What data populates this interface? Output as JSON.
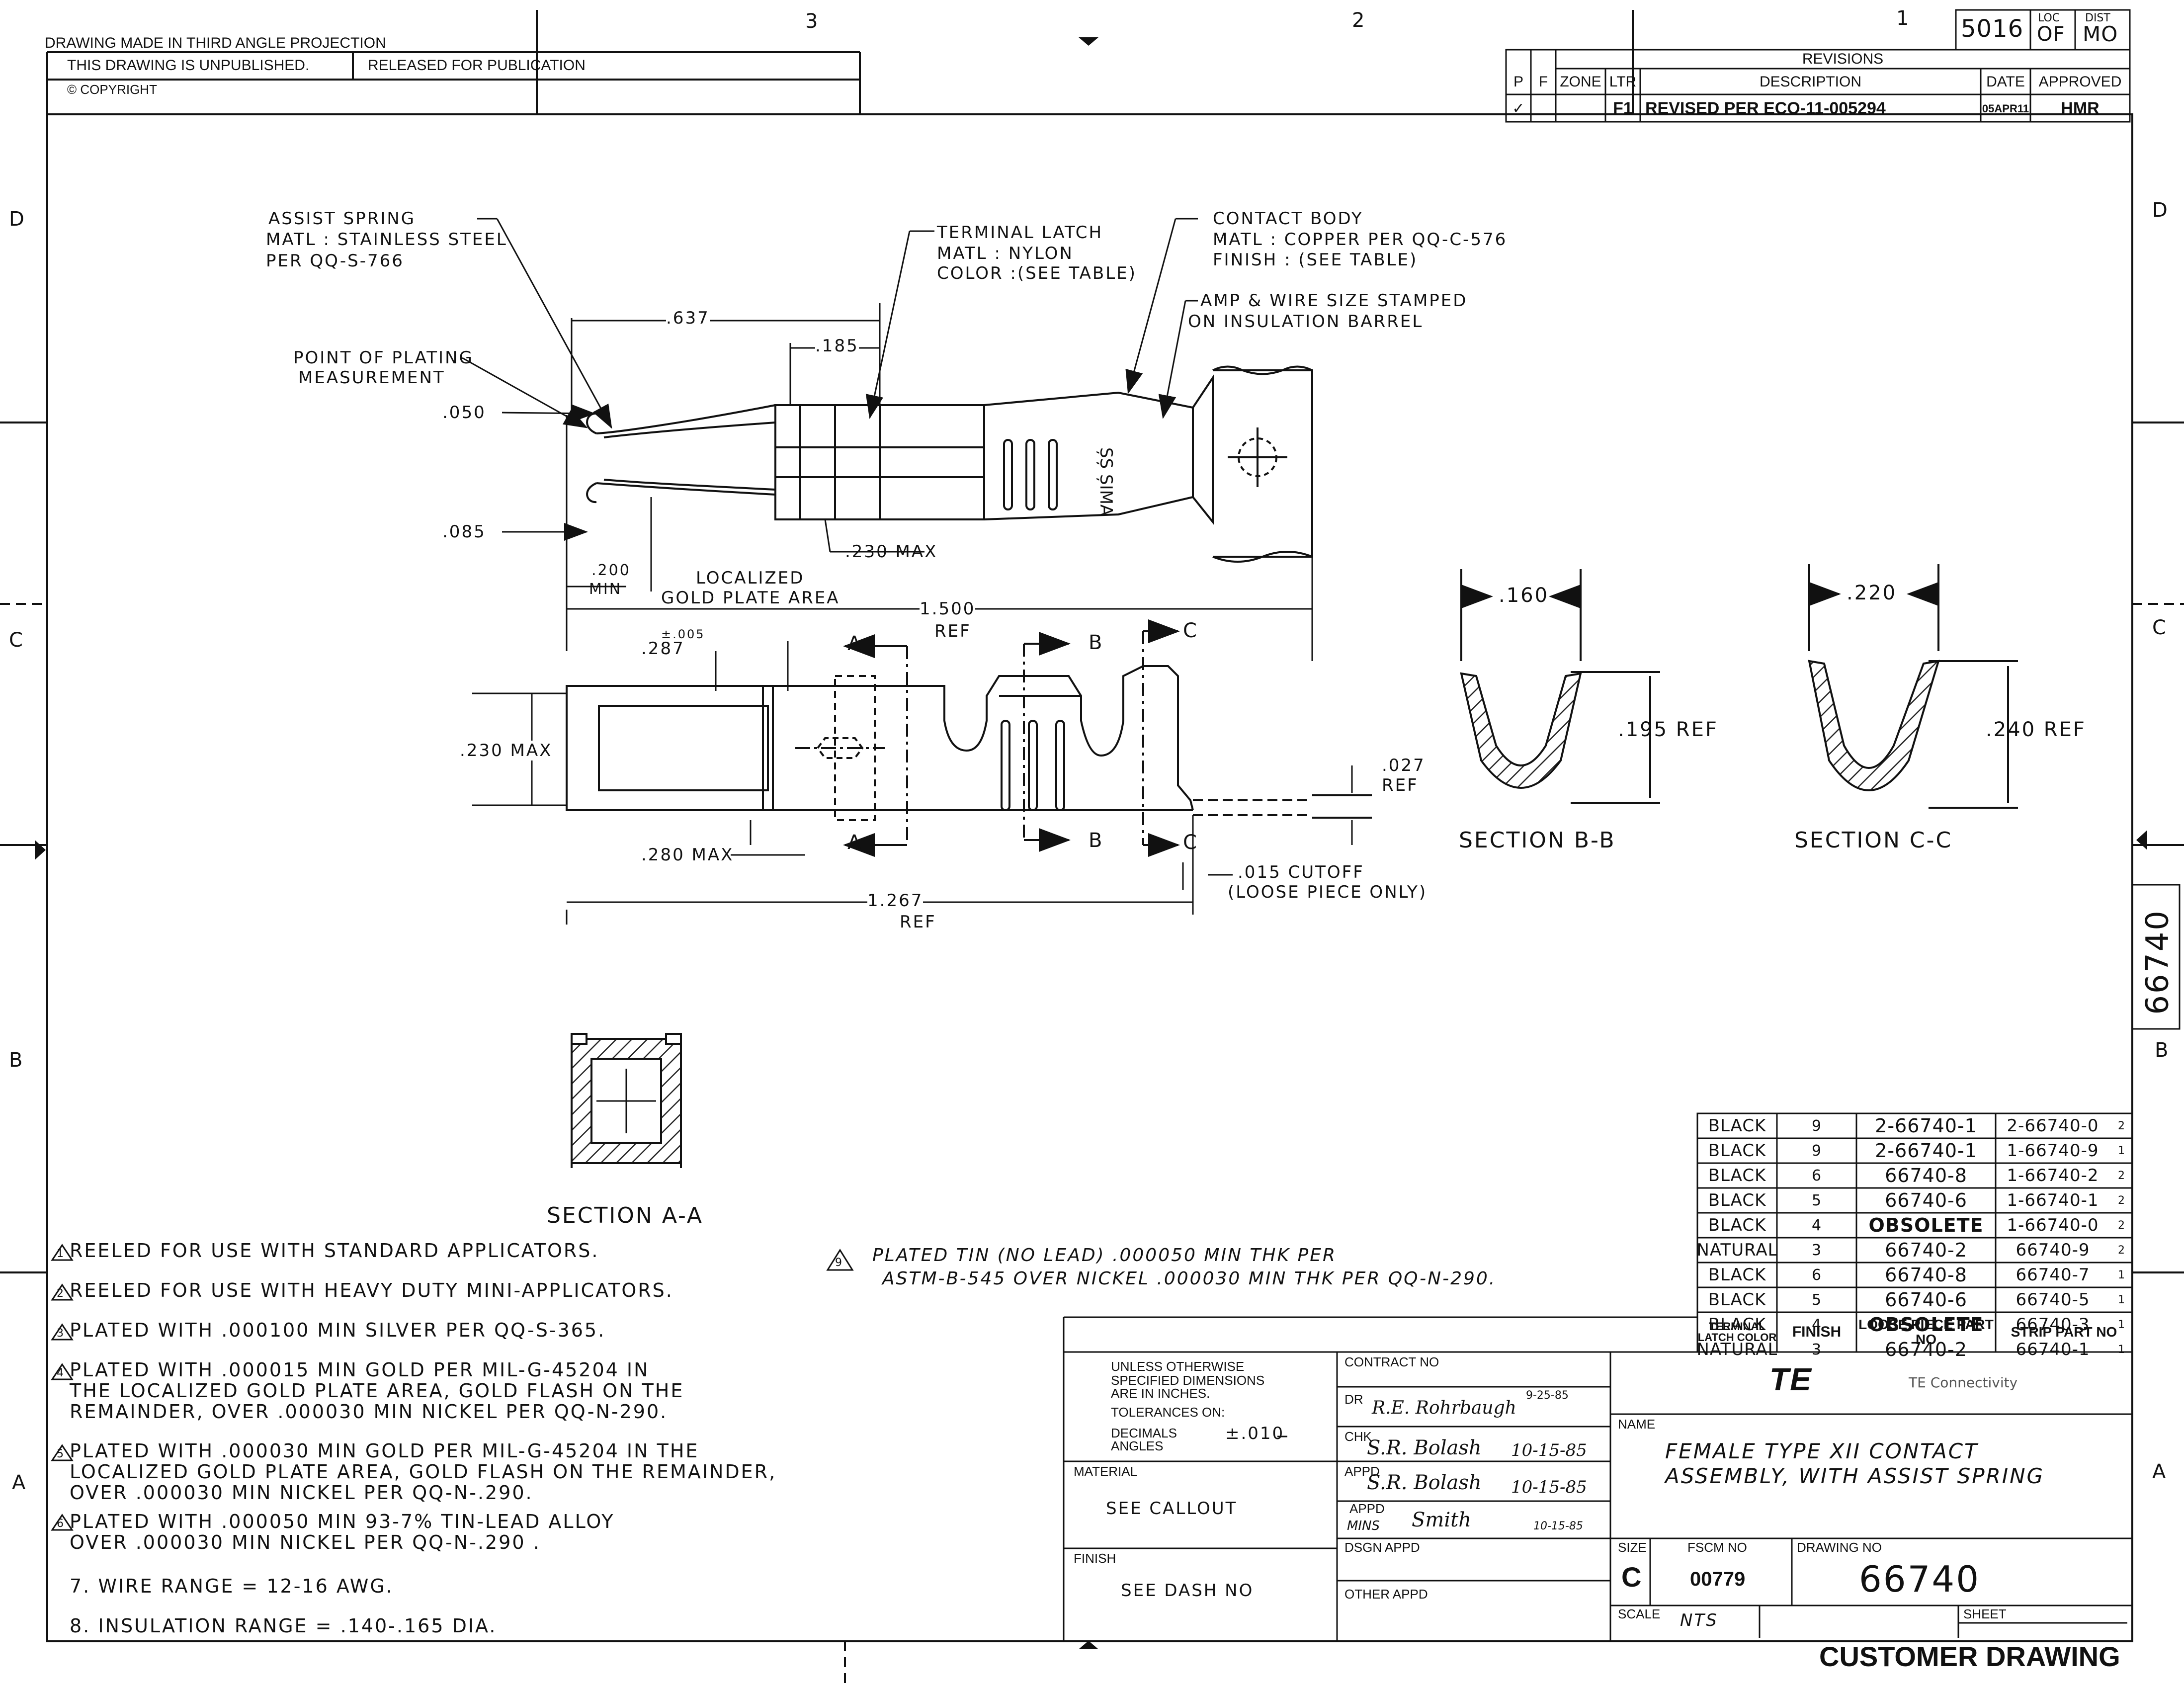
{
  "border": {
    "zone_columns": [
      "3",
      "2",
      "1"
    ],
    "zone_rows": [
      "D",
      "C",
      "B",
      "A"
    ],
    "projection": "DRAWING MADE IN THIRD ANGLE PROJECTION",
    "unpublished": "THIS DRAWING IS UNPUBLISHED.",
    "released": "RELEASED FOR PUBLICATION",
    "copyright": "© COPYRIGHT",
    "loc_code": "5016",
    "loc_label": "LOC",
    "loc_value": "OF",
    "dist_label": "DIST",
    "dist_value": "MO",
    "side_number": "66740"
  },
  "revisions": {
    "title": "REVISIONS",
    "headers": [
      "P",
      "F",
      "ZONE",
      "LTR",
      "DESCRIPTION",
      "DATE",
      "APPROVED"
    ],
    "rows": [
      {
        "p": "✓",
        "f": "",
        "zone": "",
        "ltr": "F1",
        "description": "REVISED PER ECO-11-005294",
        "date": "05APR11",
        "approved": "HMR"
      }
    ]
  },
  "callouts": {
    "assist_spring": [
      "ASSIST SPRING",
      "MATL : STAINLESS STEEL",
      "PER QQ-S-766"
    ],
    "terminal_latch": [
      "TERMINAL LATCH",
      "MATL : NYLON",
      "COLOR :(SEE TABLE)"
    ],
    "contact_body": [
      "CONTACT BODY",
      "MATL : COPPER PER QQ-C-576",
      "FINISH : (SEE TABLE)"
    ],
    "amp_stamp": [
      "AMP & WIRE SIZE STAMPED",
      "ON INSULATION BARREL"
    ],
    "plating_point": [
      "POINT OF PLATING",
      "MEASUREMENT"
    ],
    "localized_gold": [
      "LOCALIZED",
      "GOLD PLATE AREA"
    ],
    "cutoff": [
      ".015 CUTOFF",
      "(LOOSE PIECE ONLY)"
    ]
  },
  "dimensions": {
    "d637": ".637",
    "d185": ".185",
    "d050": ".050",
    "d085": ".085",
    "d230max_top": ".230 MAX",
    "d200min": [
      ".200",
      "MIN"
    ],
    "d1500": [
      "1.500",
      "REF"
    ],
    "d287": ".287",
    "d287_tol": "±.005",
    "d230max_side": ".230 MAX",
    "d280max": ".280 MAX",
    "d1267": [
      "1.267",
      "REF"
    ],
    "d027": [
      ".027",
      "REF"
    ],
    "d160": ".160",
    "d195": ".195 REF",
    "d220": ".220",
    "d240": ".240 REF",
    "stamp": "ȘȘ ȘIMA"
  },
  "section_labels": {
    "a_top": "A",
    "a_bottom": "A",
    "b_top": "B",
    "b_bottom": "B",
    "c_top": "C",
    "c_bottom": "C",
    "sec_bb": "SECTION B-B",
    "sec_cc": "SECTION C-C",
    "sec_aa": "SECTION A-A"
  },
  "part_table": {
    "headers": [
      "TERMINAL LATCH COLOR",
      "FINISH",
      "LOOSE PIECE PART NO",
      "STRIP PART NO"
    ],
    "rows": [
      {
        "color": "BLACK",
        "finish": "9",
        "loose": "2-66740-1",
        "strip": "2-66740-0",
        "strip_flag": "2"
      },
      {
        "color": "BLACK",
        "finish": "9",
        "loose": "2-66740-1",
        "strip": "1-66740-9",
        "strip_flag": "1"
      },
      {
        "color": "BLACK",
        "finish": "6",
        "loose": "66740-8",
        "strip": "1-66740-2",
        "strip_flag": "2"
      },
      {
        "color": "BLACK",
        "finish": "5",
        "loose": "66740-6",
        "strip": "1-66740-1",
        "strip_flag": "2"
      },
      {
        "color": "BLACK",
        "finish": "4",
        "loose": "OBSOLETE",
        "strip": "1-66740-0",
        "strip_flag": "2"
      },
      {
        "color": "NATURAL",
        "finish": "3",
        "loose": "66740-2",
        "strip": "66740-9",
        "strip_flag": "2"
      },
      {
        "color": "BLACK",
        "finish": "6",
        "loose": "66740-8",
        "strip": "66740-7",
        "strip_flag": "1"
      },
      {
        "color": "BLACK",
        "finish": "5",
        "loose": "66740-6",
        "strip": "66740-5",
        "strip_flag": "1"
      },
      {
        "color": "BLACK",
        "finish": "4",
        "loose": "OBSOLETE",
        "strip": "66740-3",
        "strip_flag": "1"
      },
      {
        "color": "NATURAL",
        "finish": "3",
        "loose": "66740-2",
        "strip": "66740-1",
        "strip_flag": "1"
      }
    ]
  },
  "notes": [
    {
      "flag": "1",
      "text": "REELED FOR USE WITH STANDARD APPLICATORS."
    },
    {
      "flag": "2",
      "text": "REELED FOR USE WITH HEAVY DUTY MINI-APPLICATORS."
    },
    {
      "flag": "3",
      "text": "PLATED WITH .000100 MIN SILVER PER QQ-S-365."
    },
    {
      "flag": "4",
      "text": "PLATED WITH .000015 MIN GOLD PER MIL-G-45204 IN\nTHE LOCALIZED GOLD PLATE AREA, GOLD FLASH ON THE\nREMAINDER, OVER .000030 MIN NICKEL PER QQ-N-290."
    },
    {
      "flag": "5",
      "text": "PLATED WITH .000030 MIN GOLD PER MIL-G-45204 IN THE\nLOCALIZED GOLD PLATE AREA, GOLD FLASH ON THE REMAINDER,\nOVER .000030 MIN NICKEL PER QQ-N-.290."
    },
    {
      "flag": "6",
      "text": "PLATED WITH .000050 MIN 93-7% TIN-LEAD ALLOY\nOVER .000030 MIN NICKEL PER QQ-N-.290 ."
    },
    {
      "flag": "",
      "text": "7. WIRE RANGE = 12-16 AWG."
    },
    {
      "flag": "",
      "text": "8. INSULATION RANGE = .140-.165 DIA."
    }
  ],
  "note9": {
    "flag": "9",
    "line1": "PLATED TIN (NO LEAD) .000050 MIN THK PER",
    "line2": "ASTM-B-545 OVER NICKEL .000030 MIN THK PER QQ-N-290."
  },
  "title_block": {
    "unless": [
      "UNLESS OTHERWISE",
      "SPECIFIED DIMENSIONS",
      "ARE IN INCHES.",
      "TOLERANCES ON:"
    ],
    "decimals_label": "DECIMALS",
    "angles_label": "ANGLES",
    "decimals_tol": "±.010",
    "material_label": "MATERIAL",
    "material_value": "SEE CALLOUT",
    "finish_label": "FINISH",
    "finish_value": "SEE DASH NO",
    "contract_label": "CONTRACT NO",
    "dr_label": "DR",
    "dr_sig": "R.E. Rohrbaugh",
    "dr_date": "9-25-85",
    "chk_label": "CHK",
    "chk_sig": "S.R. Bolash",
    "chk_date": "10-15-85",
    "appd_label": "APPD",
    "appd_sig": "S.R. Bolash",
    "appd_date": "10-15-85",
    "appd2_label": "APPD",
    "appd2_prefix": "MINS",
    "appd2_sig": "Smith",
    "appd2_date": "10-15-85",
    "dsgn_label": "DSGN APPD",
    "other_label": "OTHER APPD",
    "logo": "TE",
    "company": "TE Connectivity",
    "name_label": "NAME",
    "name_line1": "FEMALE TYPE XII CONTACT",
    "name_line2": "ASSEMBLY, WITH ASSIST SPRING",
    "size_label": "SIZE",
    "size_value": "C",
    "fscm_label": "FSCM NO",
    "fscm_value": "00779",
    "dwg_label": "DRAWING NO",
    "dwg_value": "66740",
    "scale_label": "SCALE",
    "scale_value": "NTS",
    "sheet_label": "SHEET",
    "customer": "CUSTOMER DRAWING"
  }
}
